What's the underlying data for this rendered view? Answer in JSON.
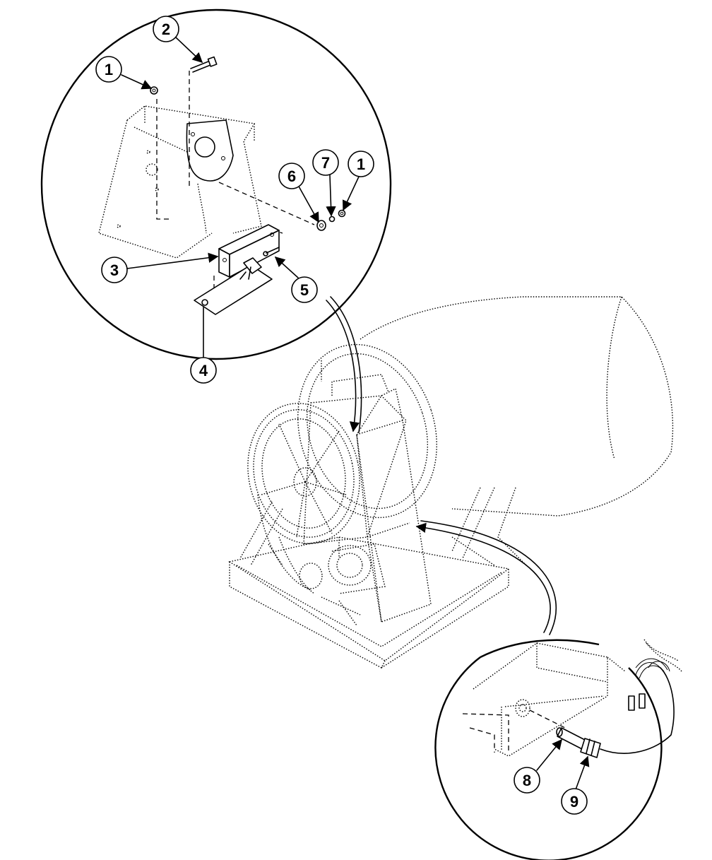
{
  "callouts": {
    "c1a": "1",
    "c2": "2",
    "c3": "3",
    "c4": "4",
    "c5": "5",
    "c6": "6",
    "c7": "7",
    "c1b": "1",
    "c8": "8",
    "c9": "9"
  }
}
